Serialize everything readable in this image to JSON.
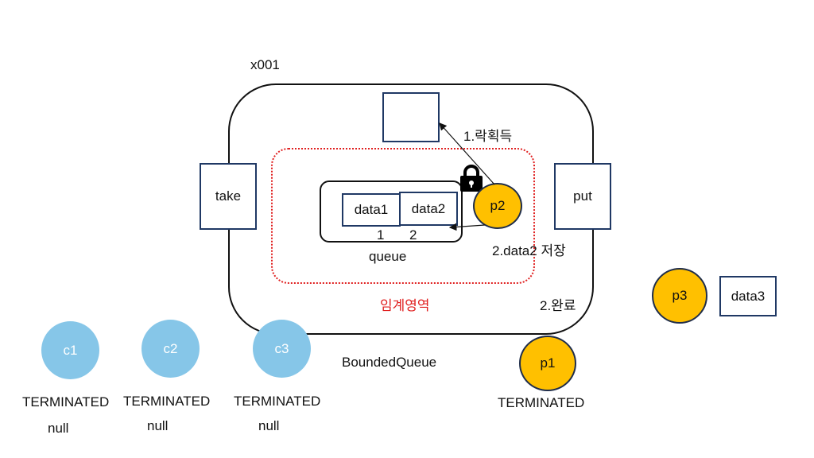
{
  "monitor": {
    "address": "x001",
    "name": "BoundedQueue",
    "method_take": "take",
    "method_put": "put"
  },
  "critical_section": {
    "label": "임계영역",
    "color": "#e02020"
  },
  "queue": {
    "label": "queue",
    "items": [
      "data1",
      "data2"
    ],
    "indices": [
      "1",
      "2"
    ]
  },
  "steps": {
    "step1": "1.락획득",
    "step2": "2.data2 저장",
    "step3": "2.완료"
  },
  "producers": {
    "p1": {
      "name": "p1",
      "state": "TERMINATED"
    },
    "p2": {
      "name": "p2"
    },
    "p3": {
      "name": "p3",
      "data": "data3"
    }
  },
  "consumers": [
    {
      "name": "c1",
      "state": "TERMINATED",
      "result": "null"
    },
    {
      "name": "c2",
      "state": "TERMINATED",
      "result": "null"
    },
    {
      "name": "c3",
      "state": "TERMINATED",
      "result": "null"
    }
  ],
  "colors": {
    "producer": "#ffc000",
    "consumer": "#86c6e8",
    "outline": "#1f3864"
  },
  "icons": {
    "lock": "lock-icon"
  }
}
